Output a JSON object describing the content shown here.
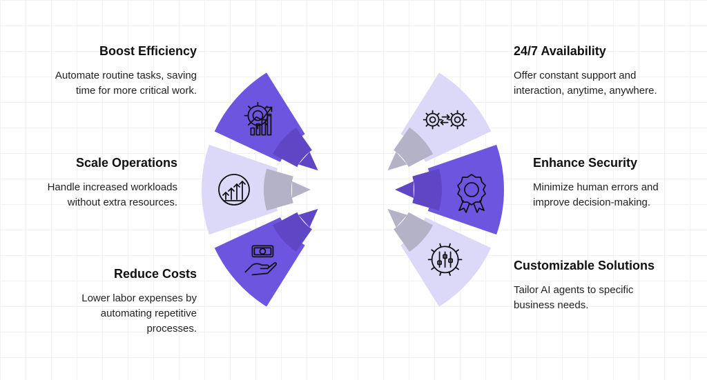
{
  "colors": {
    "dark": "#6e55e0",
    "light": "#dcd8f8",
    "inner_dark": "#5f46c5",
    "inner_light": "#b3b2c6",
    "icon": "#111111"
  },
  "items": [
    {
      "id": "boost-efficiency",
      "side": "left",
      "tone": "dark",
      "icon": "gear-growth-chart-icon",
      "title": "Boost Efficiency",
      "desc": [
        "Automate routine tasks, saving",
        "time for more critical work."
      ]
    },
    {
      "id": "scale-operations",
      "side": "left",
      "tone": "light",
      "icon": "scaling-arrows-icon",
      "title": "Scale Operations",
      "desc": [
        "Handle increased workloads",
        "without extra resources."
      ]
    },
    {
      "id": "reduce-costs",
      "side": "left",
      "tone": "dark",
      "icon": "hand-cash-icon",
      "title": "Reduce Costs",
      "desc": [
        "Lower labor expenses by",
        "automating repetitive",
        "processes."
      ]
    },
    {
      "id": "availability",
      "side": "right",
      "tone": "light",
      "icon": "gears-arrows-icon",
      "title": "24/7 Availability",
      "desc": [
        "Offer constant support and",
        "interaction, anytime, anywhere."
      ]
    },
    {
      "id": "enhance-security",
      "side": "right",
      "tone": "dark",
      "icon": "award-badge-icon",
      "title": "Enhance Security",
      "desc": [
        "Minimize human errors and",
        "improve decision-making."
      ]
    },
    {
      "id": "customizable-solutions",
      "side": "right",
      "tone": "light",
      "icon": "gear-sliders-icon",
      "title": "Customizable Solutions",
      "desc": [
        "Tailor AI agents to specific",
        "business needs."
      ]
    }
  ]
}
